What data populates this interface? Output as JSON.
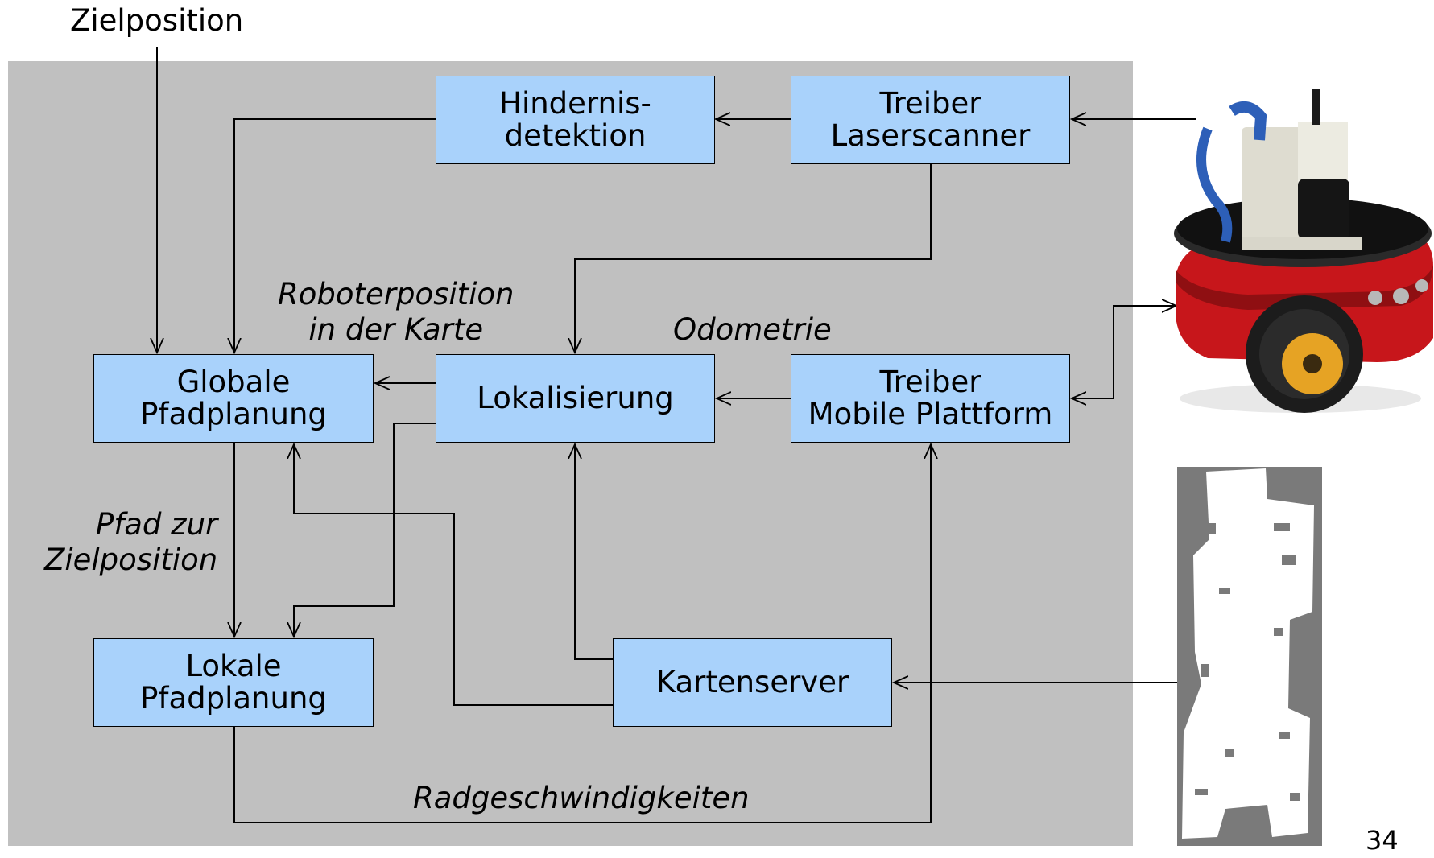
{
  "input_label": "Zielposition",
  "boxes": {
    "hindernis": [
      "Hindernis-",
      "detektion"
    ],
    "laser": [
      "Treiber",
      "Laserscanner"
    ],
    "global": [
      "Globale",
      "Pfadplanung"
    ],
    "lokalisierung": [
      "Lokalisierung"
    ],
    "mobile": [
      "Treiber",
      "Mobile Plattform"
    ],
    "lokal": [
      "Lokale",
      "Pfadplanung"
    ],
    "karten": [
      "Kartenserver"
    ]
  },
  "edge_labels": {
    "roboterposition": [
      "Roboterposition",
      "in der Karte"
    ],
    "odometrie": "Odometrie",
    "pfad": [
      "Pfad zur",
      "Zielposition"
    ],
    "radgeschwindigkeiten": "Radgeschwindigkeiten"
  },
  "page_number": "34",
  "colors": {
    "panel": "#c0c0c0",
    "box_fill": "#a9d2fb",
    "line": "#000000"
  },
  "images": {
    "robot": "mobile-robot-photo",
    "map": "occupancy-grid-map"
  }
}
